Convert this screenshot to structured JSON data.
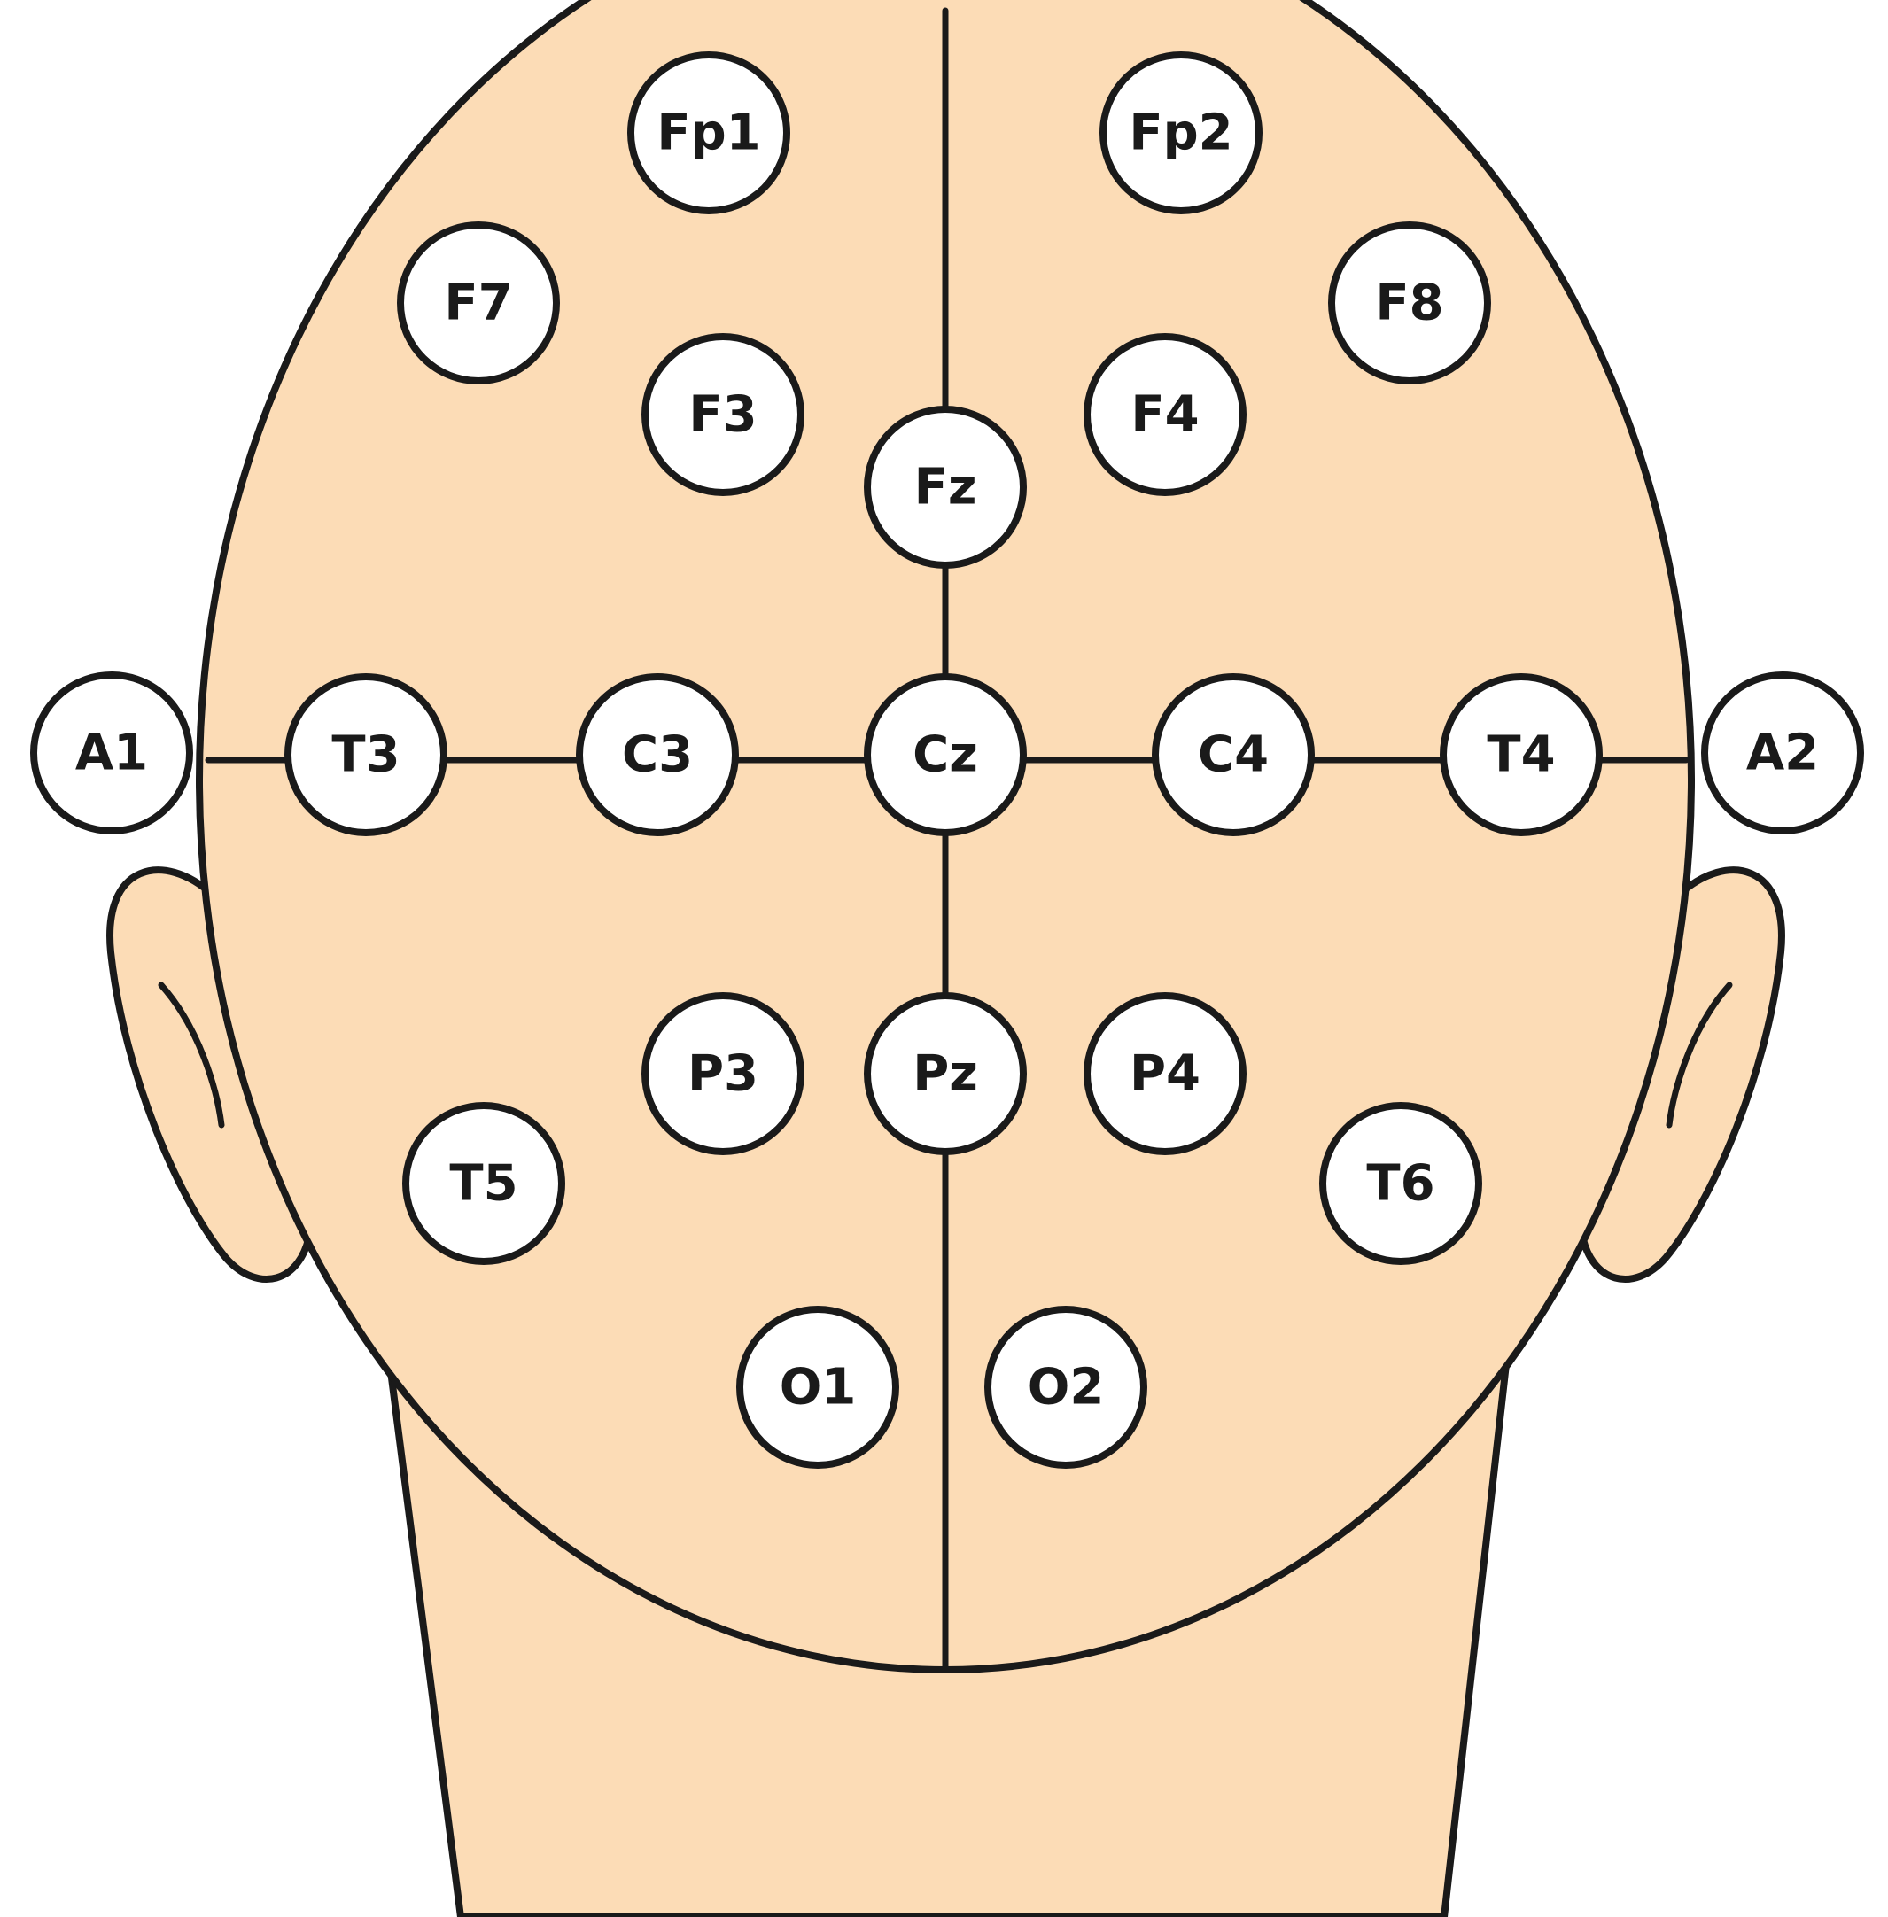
{
  "colors": {
    "skin": "#fcdcb6",
    "outline": "#1a1a1a",
    "electrode_fill": "#ffffff"
  },
  "electrodes": [
    {
      "id": "fp1",
      "label": "Fp1"
    },
    {
      "id": "fp2",
      "label": "Fp2"
    },
    {
      "id": "f7",
      "label": "F7"
    },
    {
      "id": "f8",
      "label": "F8"
    },
    {
      "id": "f3",
      "label": "F3"
    },
    {
      "id": "f4",
      "label": "F4"
    },
    {
      "id": "fz",
      "label": "Fz"
    },
    {
      "id": "a1",
      "label": "A1"
    },
    {
      "id": "t3",
      "label": "T3"
    },
    {
      "id": "c3",
      "label": "C3"
    },
    {
      "id": "cz",
      "label": "Cz"
    },
    {
      "id": "c4",
      "label": "C4"
    },
    {
      "id": "t4",
      "label": "T4"
    },
    {
      "id": "a2",
      "label": "A2"
    },
    {
      "id": "p3",
      "label": "P3"
    },
    {
      "id": "pz",
      "label": "Pz"
    },
    {
      "id": "p4",
      "label": "P4"
    },
    {
      "id": "t5",
      "label": "T5"
    },
    {
      "id": "t6",
      "label": "T6"
    },
    {
      "id": "o1",
      "label": "O1"
    },
    {
      "id": "o2",
      "label": "O2"
    }
  ]
}
